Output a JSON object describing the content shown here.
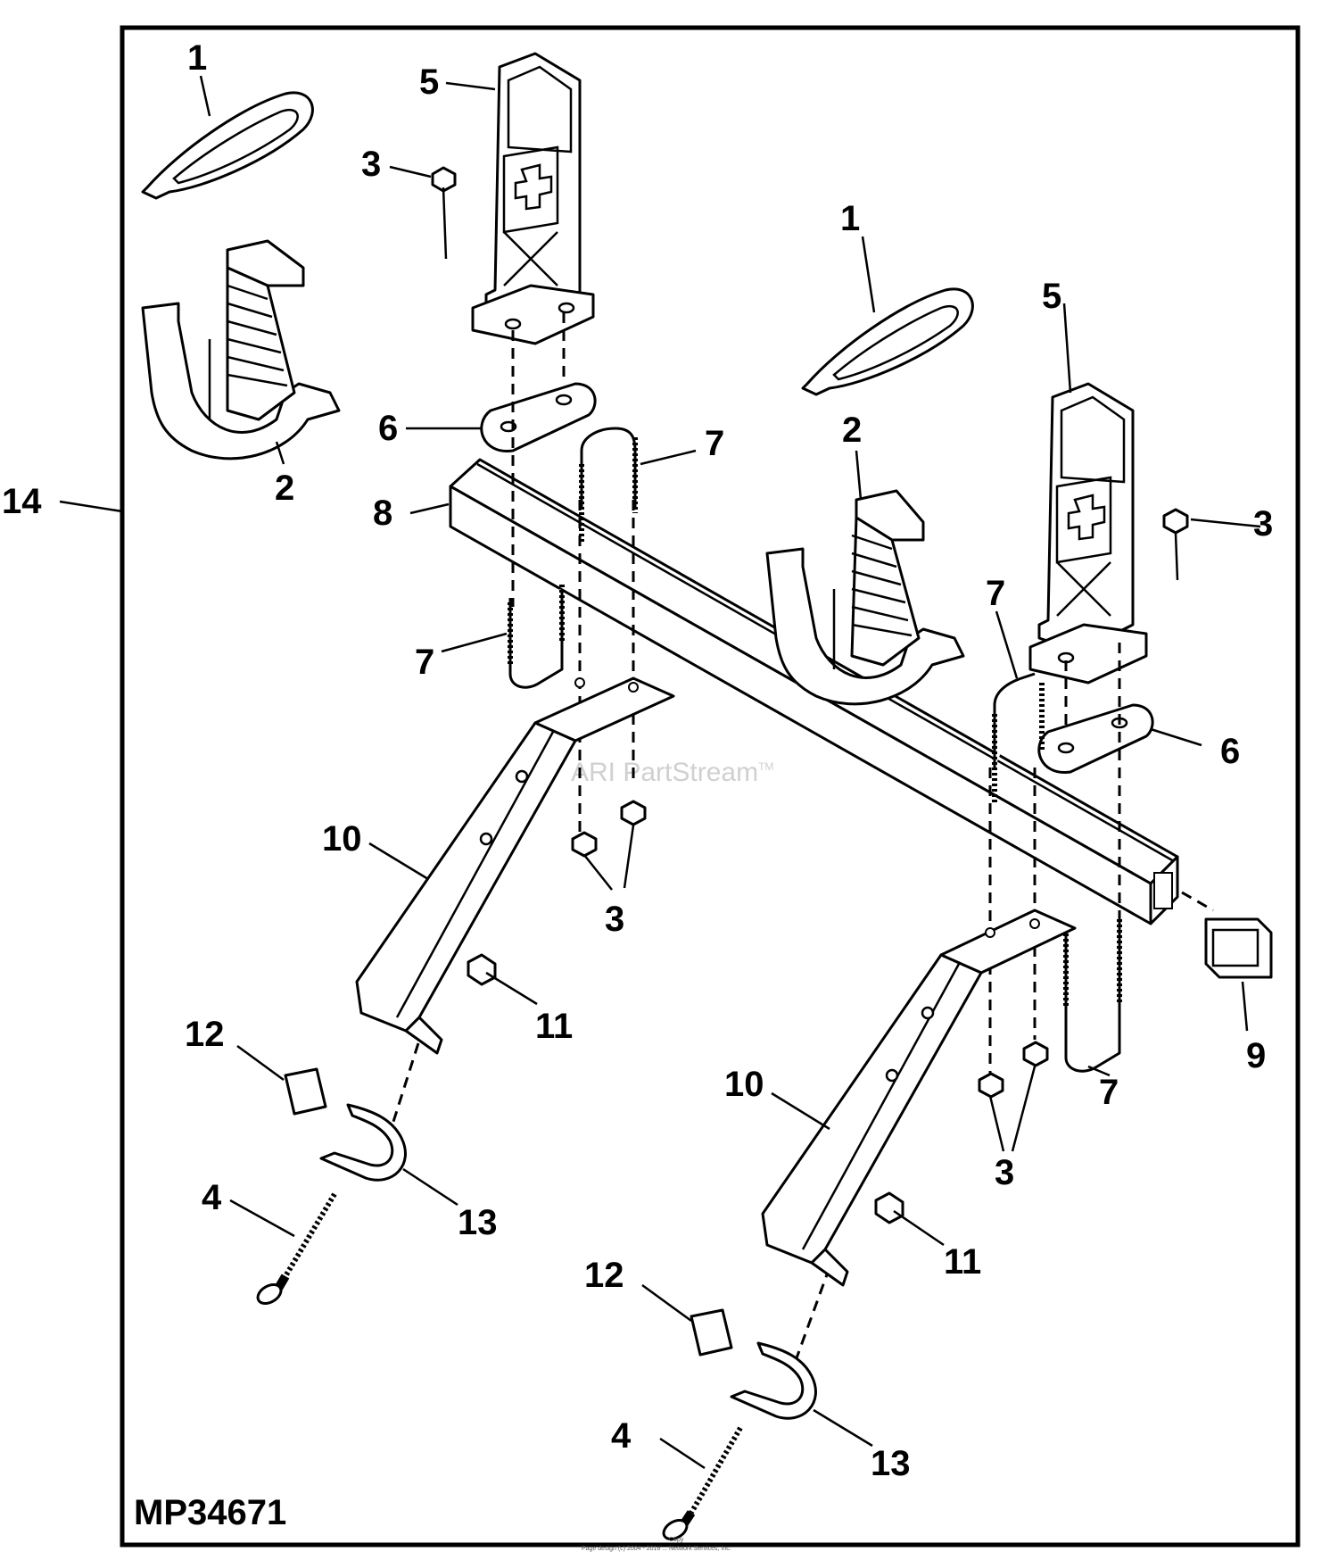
{
  "diagram": {
    "drawing_number": "MP34671",
    "watermark": "ARI PartStream",
    "watermark_tm": "TM",
    "footer_line1": "Copy",
    "footer_line2": "Page design (c) 2004 - 2016 ... Network Services, Inc.",
    "callouts": [
      {
        "id": "c-1a",
        "label": "1"
      },
      {
        "id": "c-1b",
        "label": "1"
      },
      {
        "id": "c-2a",
        "label": "2"
      },
      {
        "id": "c-2b",
        "label": "2"
      },
      {
        "id": "c-3a",
        "label": "3"
      },
      {
        "id": "c-3b",
        "label": "3"
      },
      {
        "id": "c-3c",
        "label": "3"
      },
      {
        "id": "c-3d",
        "label": "3"
      },
      {
        "id": "c-4a",
        "label": "4"
      },
      {
        "id": "c-4b",
        "label": "4"
      },
      {
        "id": "c-5a",
        "label": "5"
      },
      {
        "id": "c-5b",
        "label": "5"
      },
      {
        "id": "c-6a",
        "label": "6"
      },
      {
        "id": "c-6b",
        "label": "6"
      },
      {
        "id": "c-7a",
        "label": "7"
      },
      {
        "id": "c-7b",
        "label": "7"
      },
      {
        "id": "c-7c",
        "label": "7"
      },
      {
        "id": "c-7d",
        "label": "7"
      },
      {
        "id": "c-8",
        "label": "8"
      },
      {
        "id": "c-9",
        "label": "9"
      },
      {
        "id": "c-10a",
        "label": "10"
      },
      {
        "id": "c-10b",
        "label": "10"
      },
      {
        "id": "c-11a",
        "label": "11"
      },
      {
        "id": "c-11b",
        "label": "11"
      },
      {
        "id": "c-12a",
        "label": "12"
      },
      {
        "id": "c-12b",
        "label": "12"
      },
      {
        "id": "c-13a",
        "label": "13"
      },
      {
        "id": "c-13b",
        "label": "13"
      },
      {
        "id": "c-14",
        "label": "14"
      }
    ]
  }
}
